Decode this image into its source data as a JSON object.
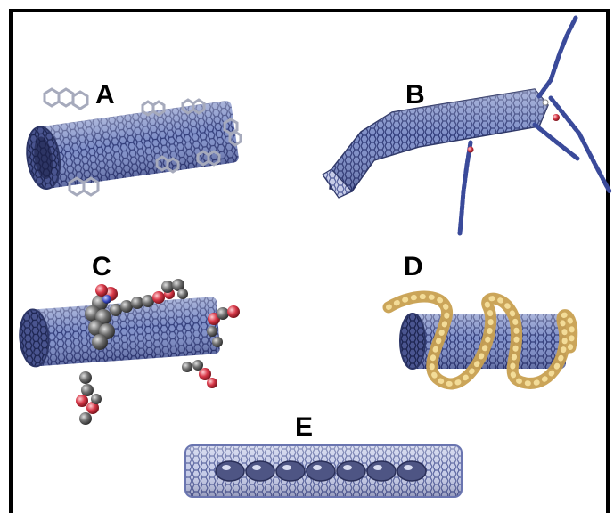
{
  "figure": {
    "panels": [
      {
        "label": "A",
        "depiction": "nanotube-with-adsorbed-aromatic-molecules"
      },
      {
        "label": "B",
        "depiction": "nanotube-with-covalently-attached-chains"
      },
      {
        "label": "C",
        "depiction": "nanotube-with-functional-groups-spacefill"
      },
      {
        "label": "D",
        "depiction": "nanotube-wrapped-by-polymer-helix"
      },
      {
        "label": "E",
        "depiction": "nanotube-with-encapsulated-molecules"
      }
    ]
  },
  "colors": {
    "tube": "#5b6fb0",
    "tube_dark": "#2c3566",
    "tube_light": "#b8c2e6",
    "adsorbate": "#c9ccd6",
    "carbon_gray": "#6b6b6b",
    "oxygen_red": "#d03040",
    "wrap_tan": "#e8c878",
    "frame": "#000000"
  }
}
